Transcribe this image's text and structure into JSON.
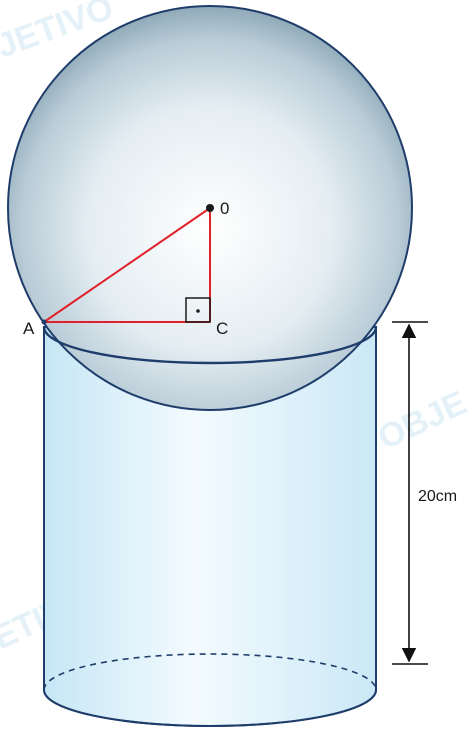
{
  "diagram": {
    "points": {
      "center": "0",
      "a": "A",
      "c": "C"
    },
    "height_label": "20cm",
    "watermark": "OBJETIVO",
    "colors": {
      "outline": "#1f3d6b",
      "radius_lines": "#e0202a",
      "cylinder_fill": "#dff2fb",
      "sphere_fill": "#c9d9e2",
      "watermark": "#cfe6f4"
    }
  }
}
